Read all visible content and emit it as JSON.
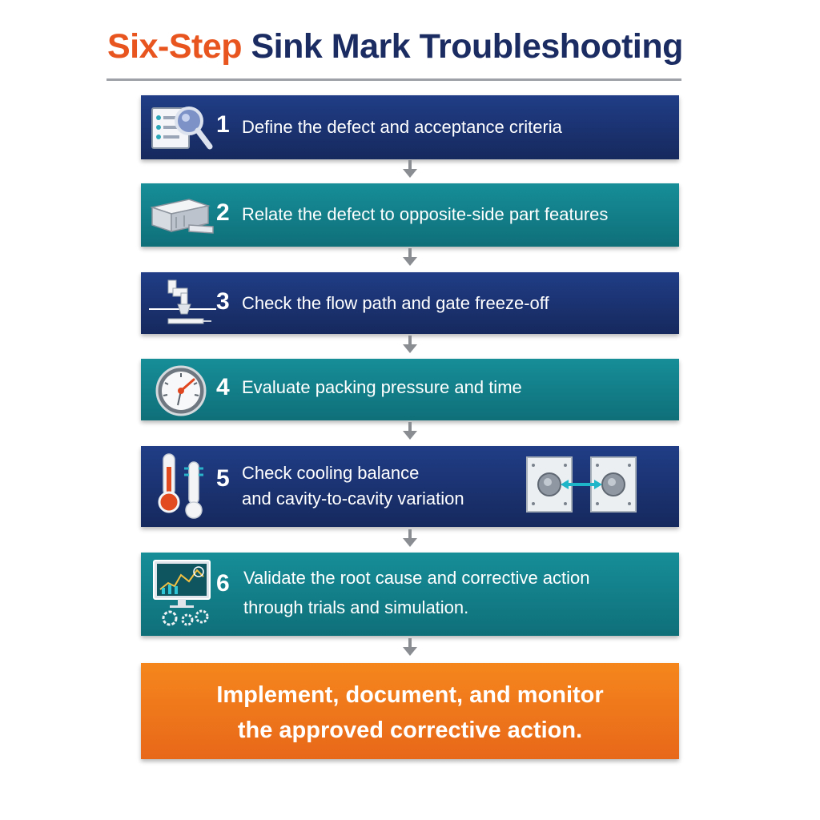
{
  "title": {
    "part1": "Six-Step",
    "part2": "Sink Mark Troubleshooting"
  },
  "steps": [
    {
      "number": "1",
      "text": "Define the defect and acceptance criteria",
      "icon": "checklist-magnifier-icon"
    },
    {
      "number": "2",
      "text": "Relate the defect to opposite-side part features",
      "icon": "part-block-icon"
    },
    {
      "number": "3",
      "text": "Check the flow path and gate freeze-off",
      "icon": "gate-flow-icon"
    },
    {
      "number": "4",
      "text": "Evaluate packing pressure and time",
      "icon": "pressure-gauge-icon"
    },
    {
      "number": "5",
      "line1": "Check cooling balance",
      "line2": "and cavity-to-cavity variation",
      "icon": "thermometer-icon"
    },
    {
      "number": "6",
      "line1": "Validate the root cause and corrective action",
      "line2": "through trials and simulation.",
      "icon": "monitor-simulation-icon"
    }
  ],
  "final": {
    "line1": "Implement, document, and monitor",
    "line2": "the approved corrective action."
  },
  "colors": {
    "navy": "#1b2f6e",
    "teal": "#12808a",
    "orange": "#ef7a1c",
    "title_orange": "#e8551f",
    "title_navy": "#1b2c63"
  }
}
